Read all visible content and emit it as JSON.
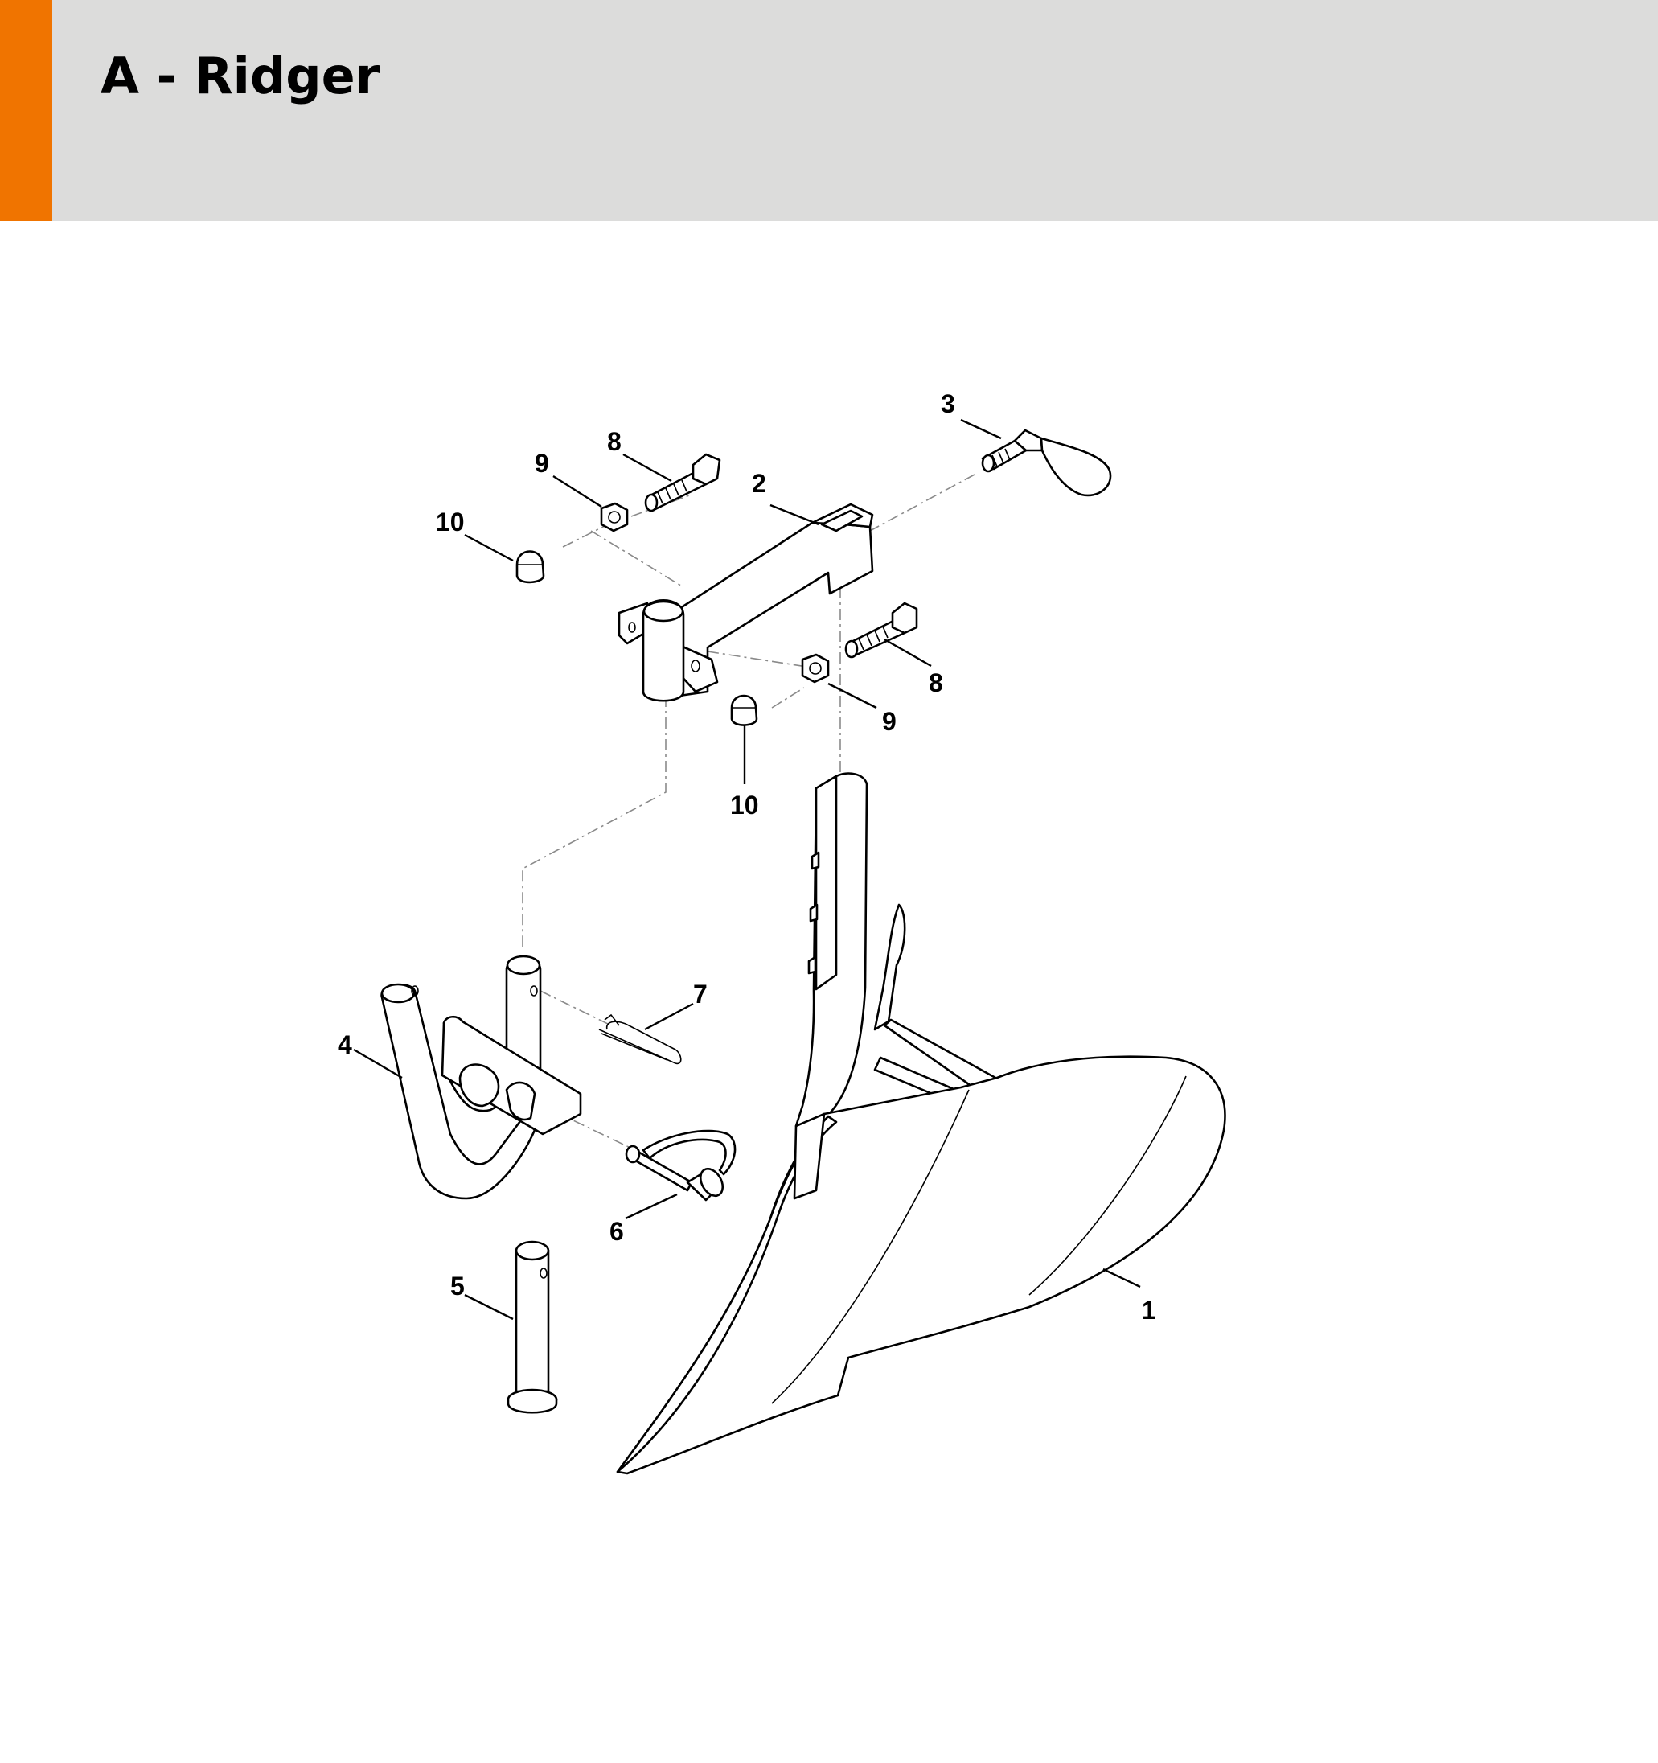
{
  "header": {
    "title": "A - Ridger",
    "accent_color": "#f07400",
    "background_color": "#dcdcdb"
  },
  "diagram": {
    "callouts": [
      {
        "id": "c1",
        "label": "1"
      },
      {
        "id": "c2",
        "label": "2"
      },
      {
        "id": "c3",
        "label": "3"
      },
      {
        "id": "c4",
        "label": "4"
      },
      {
        "id": "c5",
        "label": "5"
      },
      {
        "id": "c6",
        "label": "6"
      },
      {
        "id": "c7",
        "label": "7"
      },
      {
        "id": "c8a",
        "label": "8"
      },
      {
        "id": "c8b",
        "label": "8"
      },
      {
        "id": "c9a",
        "label": "9"
      },
      {
        "id": "c9b",
        "label": "9"
      },
      {
        "id": "c10a",
        "label": "10"
      },
      {
        "id": "c10b",
        "label": "10"
      }
    ]
  }
}
